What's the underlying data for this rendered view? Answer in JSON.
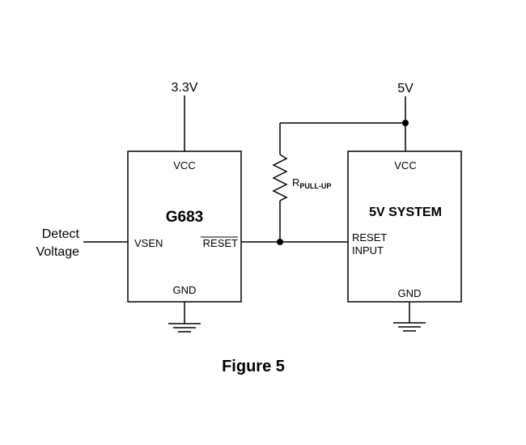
{
  "rails": {
    "left_supply": "3.3V",
    "right_supply": "5V"
  },
  "detect_label": {
    "line1": "Detect",
    "line2": "Voltage"
  },
  "chip_g683": {
    "name": "G683",
    "vcc": "VCC",
    "vsen": "VSEN",
    "reset": "RESET",
    "gnd": "GND"
  },
  "resistor": {
    "label_main": "R",
    "label_sub": "PULL-UP"
  },
  "system_5v": {
    "name": "5V SYSTEM",
    "vcc": "VCC",
    "reset_line1": "RESET",
    "reset_line2": "INPUT",
    "gnd": "GND"
  },
  "figure": {
    "caption": "Figure 5"
  }
}
